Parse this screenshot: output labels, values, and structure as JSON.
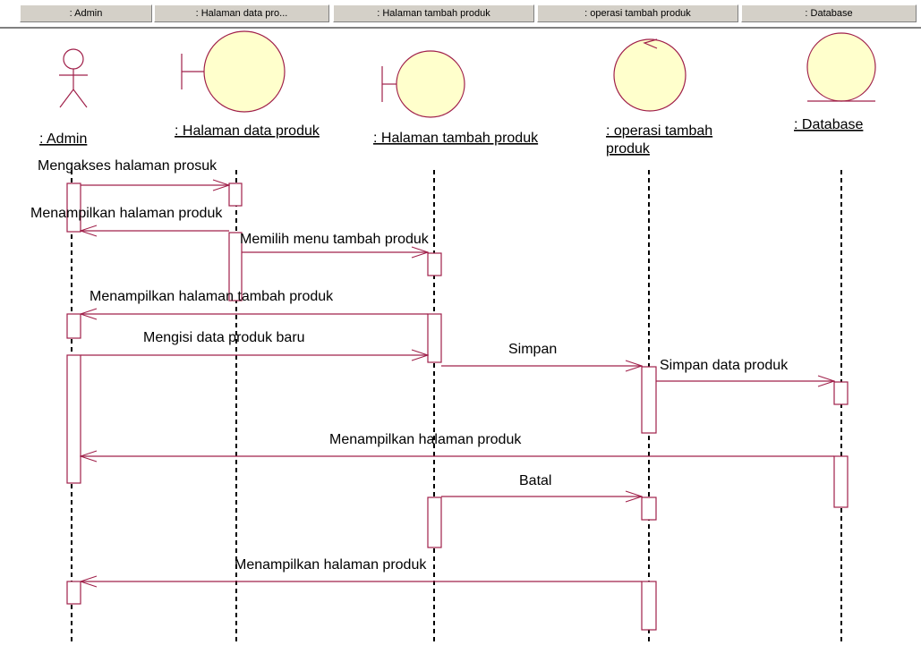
{
  "header_tabs": [
    ": Admin",
    ": Halaman data pro...",
    ": Halaman tambah produk",
    ": operasi tambah produk",
    ": Database"
  ],
  "objects": {
    "admin": ": Admin",
    "halaman_data": ": Halaman data produk",
    "halaman_tambah": ": Halaman tambah produk",
    "operasi_line1": ": operasi tambah",
    "operasi_line2": "produk",
    "database": ": Database"
  },
  "messages": {
    "m1": "Mengakses halaman prosuk",
    "m2": "Menampilkan halaman produk",
    "m3": "Memilih menu tambah produk",
    "m4": "Menampilkan halaman tambah produk",
    "m5": "Mengisi data produk baru",
    "m6": "Simpan",
    "m7": "Simpan data produk",
    "m8": "Menampilkan halaman produk",
    "m9": "Batal",
    "m10": "Menampilkan halaman produk"
  },
  "colors": {
    "line": "#a0204a",
    "shape_fill": "#ffffcc"
  }
}
